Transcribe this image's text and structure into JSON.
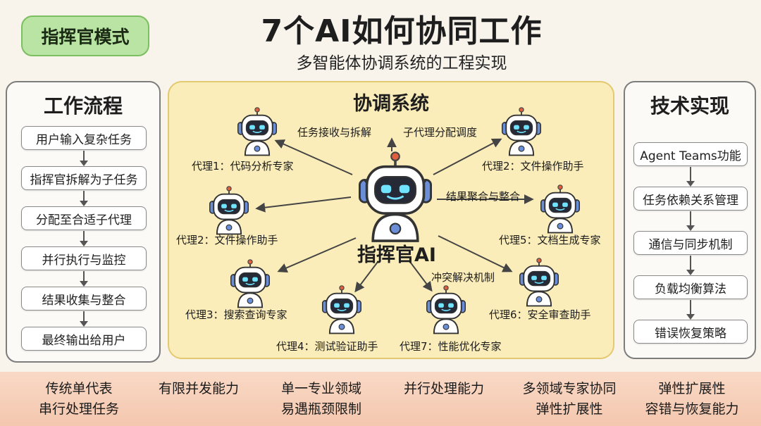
{
  "header": {
    "mode_badge": "指挥官模式",
    "title": "7个AI如何协同工作",
    "subtitle": "多智能体协调系统的工程实现"
  },
  "workflow": {
    "title": "工作流程",
    "steps": [
      "用户输入复杂任务",
      "指挥官拆解为子任务",
      "分配至合适子代理",
      "并行执行与监控",
      "结果收集与整合",
      "最终输出给用户"
    ]
  },
  "coordination": {
    "title": "协调系统",
    "conductor": "指挥官AI",
    "flow_labels": {
      "task_intake": "任务接收与拆解",
      "scheduling": "子代理分配调度",
      "aggregation": "结果聚合与整合",
      "conflict": "冲突解决机制"
    },
    "agents": {
      "a1": "代理1：代码分析专家",
      "a2_top": "代理2：文件操作助手",
      "a2_left": "代理2：文件操作助手",
      "a5": "代理5：文档生成专家",
      "a3": "代理3：搜索查询专家",
      "a6": "代理6：安全审查助手",
      "a4": "代理4：测试验证助手",
      "a7": "代理7：性能优化专家"
    }
  },
  "tech": {
    "title": "技术实现",
    "steps": [
      "Agent Teams功能",
      "任务依赖关系管理",
      "通信与同步机制",
      "负载均衡算法",
      "错误恢复策略"
    ]
  },
  "comparison": [
    {
      "line1": "传统单代表",
      "line2": "串行处理任务"
    },
    {
      "line1": "有限并发能力",
      "line2": ""
    },
    {
      "line1": "单一专业领域",
      "line2": "易遇瓶颈限制"
    },
    {
      "line1": "并行处理能力",
      "line2": ""
    },
    {
      "line1": "多领域专家协同",
      "line2": "弹性扩展性"
    },
    {
      "line1": "弹性扩展性",
      "line2": "容错与恢复能力"
    }
  ],
  "colors": {
    "badge_green": "#b9e4a4",
    "center_yellow": "#fbedb9",
    "bottom_peach": "#f6ceb6",
    "robot_eye_cyan": "#6fe3ff",
    "robot_headphone_blue": "#6a8fd8"
  },
  "icons": {
    "agent": "robot-icon",
    "conductor": "robot-icon",
    "connection": "arrow-icon"
  }
}
